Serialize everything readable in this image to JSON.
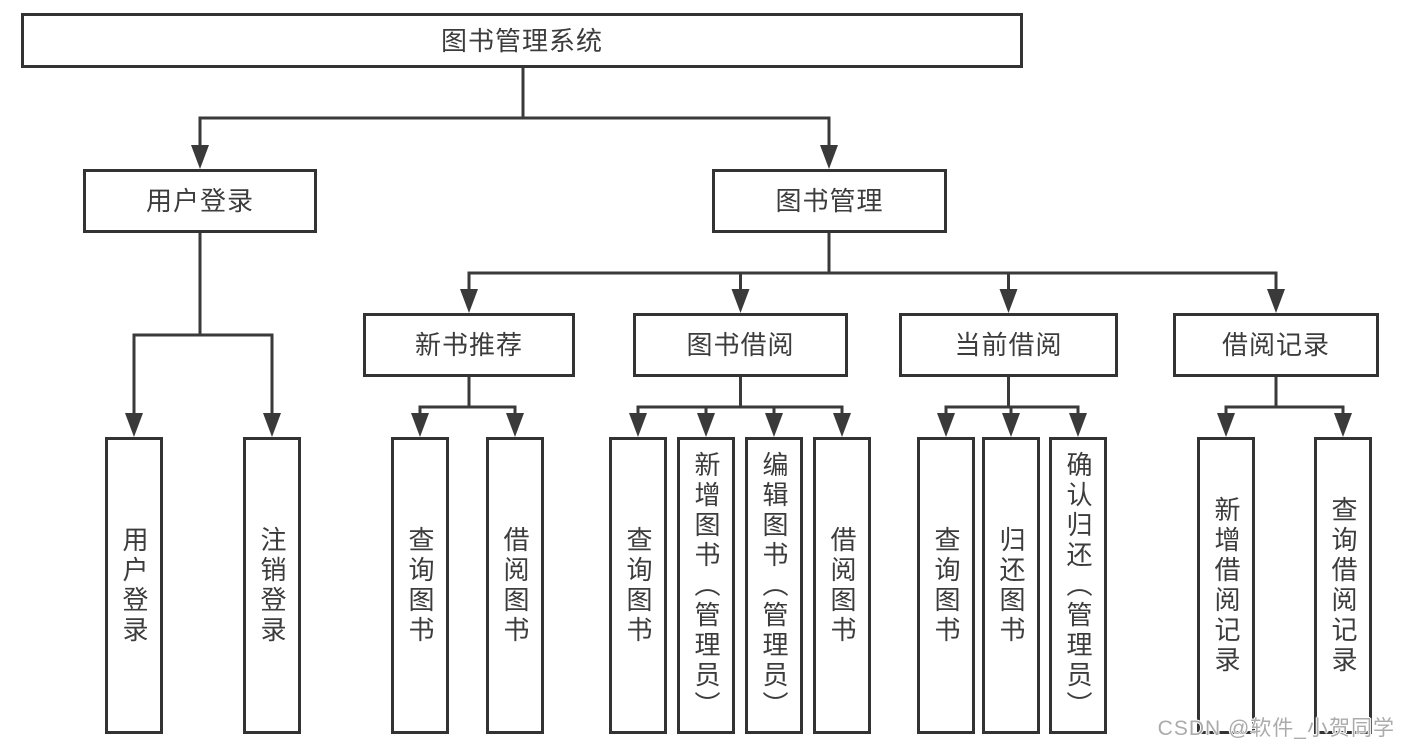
{
  "diagram": {
    "root": {
      "label": "图书管理系统"
    },
    "level2": [
      {
        "label": "用户登录",
        "children": [
          {
            "label": "用户登录"
          },
          {
            "label": "注销登录"
          }
        ]
      },
      {
        "label": "图书管理"
      }
    ],
    "modules": [
      {
        "label": "新书推荐",
        "children": [
          {
            "label": "查询图书"
          },
          {
            "label": "借阅图书"
          }
        ]
      },
      {
        "label": "图书借阅",
        "children": [
          {
            "label": "查询图书"
          },
          {
            "label": "新增图书（管理员）"
          },
          {
            "label": "编辑图书（管理员）"
          },
          {
            "label": "借阅图书"
          }
        ]
      },
      {
        "label": "当前借阅",
        "children": [
          {
            "label": "查询图书"
          },
          {
            "label": "归还图书"
          },
          {
            "label": "确认归还（管理员）"
          }
        ]
      },
      {
        "label": "借阅记录",
        "children": [
          {
            "label": "新增借阅记录"
          },
          {
            "label": "查询借阅记录"
          }
        ]
      }
    ]
  },
  "colors": {
    "border": "#333333",
    "line": "#3a3a3a",
    "text": "#3c3c3c",
    "background": "#ffffff",
    "watermark": "#ababab"
  },
  "watermark": {
    "text": "CSDN @软件_小贺同学"
  }
}
